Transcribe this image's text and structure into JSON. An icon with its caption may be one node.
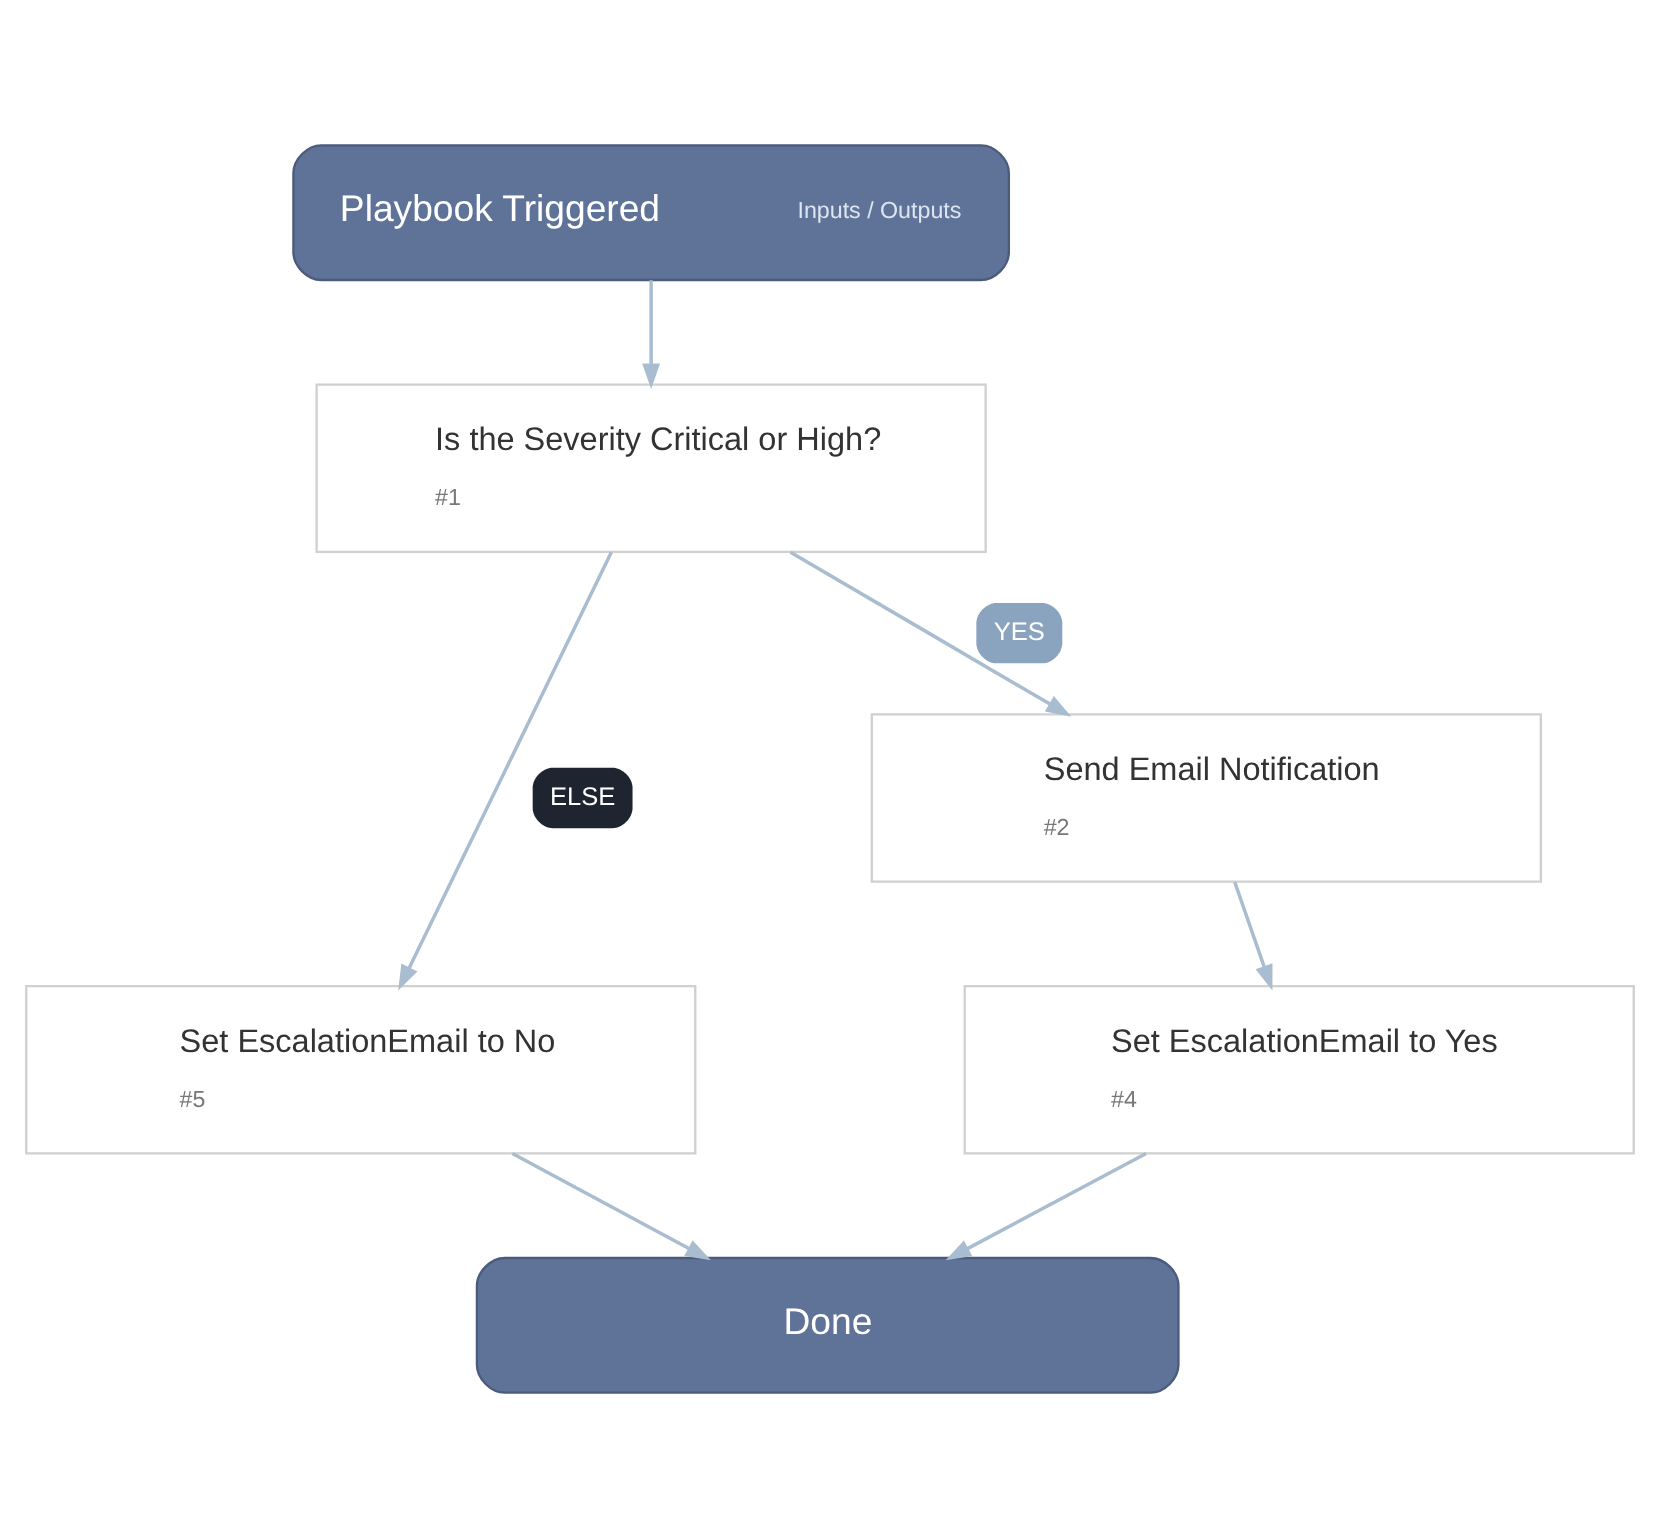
{
  "diagram": {
    "nodes": [
      {
        "text": [
          "Playbook Triggered",
          "Inputs / Outputs"
        ]
      },
      {
        "text": [
          "Is the Severity Critical or High?",
          "#1"
        ]
      },
      {
        "text": [
          "Send Email Notification",
          "#2"
        ]
      },
      {
        "text": [
          "Set EscalationEmail to No",
          "#5"
        ]
      },
      {
        "text": [
          "Set EscalationEmail to Yes",
          "#4"
        ]
      },
      {
        "text": [
          "Done"
        ]
      }
    ],
    "edges": [
      {
        "from": 0,
        "to": 1,
        "arrow": "to"
      },
      {
        "from": 1,
        "to": 2,
        "arrow": "to",
        "label": "YES"
      },
      {
        "from": 1,
        "to": 3,
        "arrow": "to",
        "label": "ELSE"
      },
      {
        "from": 2,
        "to": 4,
        "arrow": "to"
      },
      {
        "from": 3,
        "to": 5,
        "arrow": "to"
      },
      {
        "from": 4,
        "to": 5,
        "arrow": "to"
      }
    ]
  }
}
